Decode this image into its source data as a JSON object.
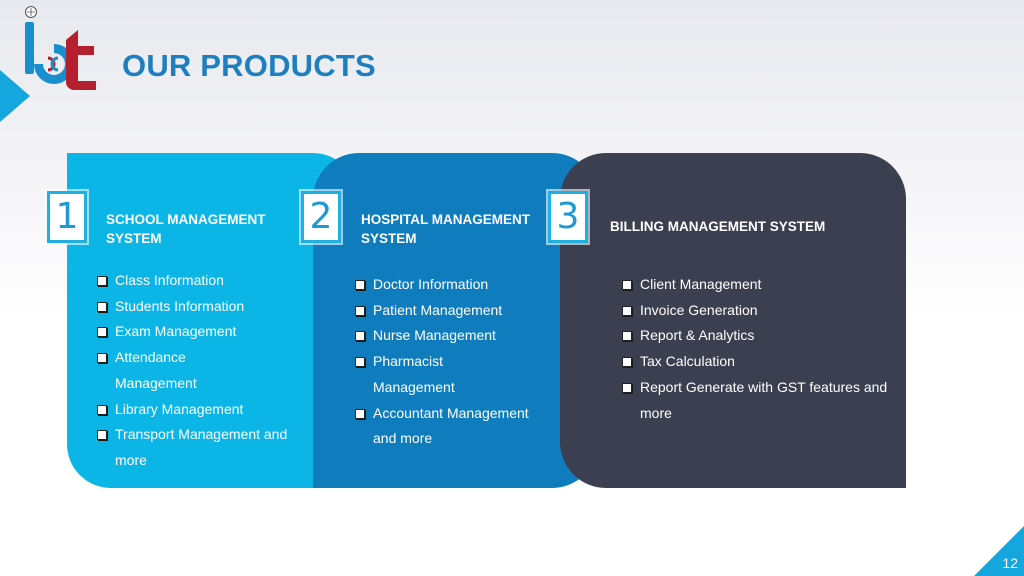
{
  "page": {
    "title": "OUR PRODUCTS",
    "page_number": "12"
  },
  "colors": {
    "title": "#1e7fc0",
    "accent_cyan": "#14a6dc",
    "card_1": "#0bb5e6",
    "card_2": "#0e7cbd",
    "card_3": "#3b3f4f",
    "logo_blue": "#1a8fd0",
    "logo_red": "#b4202e"
  },
  "logo": {
    "icon": "bt-company-logo"
  },
  "cards": [
    {
      "number": "1",
      "title_line1": "SCHOOL MANAGEMENT",
      "title_line2": "SYSTEM",
      "features": [
        "Class Information",
        "Students Information",
        "Exam Management",
        "Attendance Management",
        "Library Management",
        "Transport Management and more"
      ]
    },
    {
      "number": "2",
      "title_line1": "HOSPITAL MANAGEMENT",
      "title_line2": "SYSTEM",
      "features": [
        "Doctor Information",
        "Patient Management",
        "Nurse Management",
        "Pharmacist Management",
        "Accountant Management and more"
      ]
    },
    {
      "number": "3",
      "title_line1": "BILLING MANAGEMENT SYSTEM",
      "title_line2": "",
      "features": [
        "Client Management",
        "Invoice Generation",
        "Report & Analytics",
        "Tax Calculation",
        "Report Generate with GST features and more"
      ]
    }
  ]
}
